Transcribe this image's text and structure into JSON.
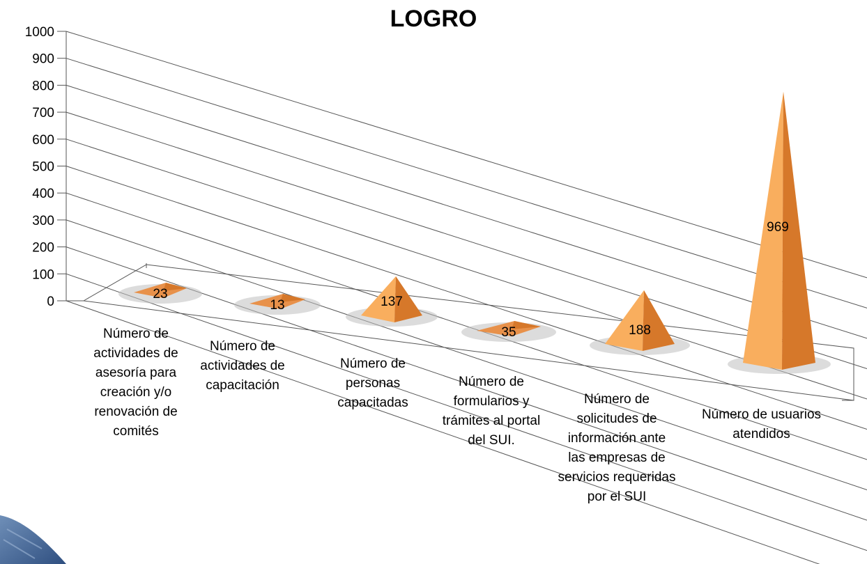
{
  "chart_data": {
    "type": "bar",
    "title": "LOGRO",
    "ylim": [
      0,
      1000
    ],
    "yticks": [
      "0",
      "100",
      "200",
      "300",
      "400",
      "500",
      "600",
      "700",
      "800",
      "900",
      "1000"
    ],
    "grid": true,
    "legend": "none",
    "bar_shape": "pyramid-3d",
    "categories": [
      "Número de actividades de asesoría para creación y/o renovación de comités",
      "Número de actividades de capacitación",
      "Número de personas capacitadas",
      "Número de formularios y trámites al portal del SUI.",
      "Número de solicitudes de información ante las empresas de servicios requeridas por el SUI",
      "Número de usuarios atendidos"
    ],
    "series": [
      {
        "values": [
          23,
          13,
          137,
          35,
          188,
          969
        ],
        "labels": [
          "23",
          "13",
          "137",
          "35",
          "188",
          "969"
        ]
      }
    ],
    "colors": {
      "bar_light": "#F9AE5E",
      "bar_dark": "#D6782A",
      "bar_mid": "#E8914A",
      "grid": "#555555",
      "shadow": "#BFBFBF"
    }
  }
}
